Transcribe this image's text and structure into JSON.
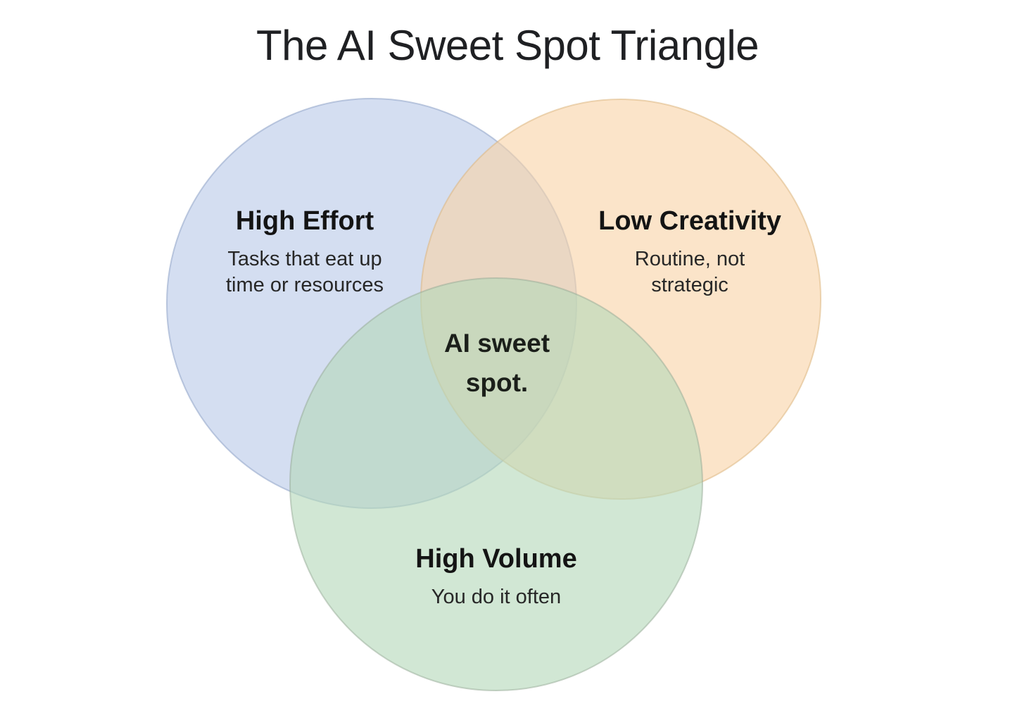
{
  "title": "The AI Sweet Spot Triangle",
  "venn": {
    "type": "venn-diagram",
    "sets": [
      {
        "id": "high-effort",
        "label": "High Effort",
        "desc_lines": [
          "Tasks that eat up",
          "time or resources"
        ],
        "color": "#b7c8e8",
        "stroke": "#8ea2c6"
      },
      {
        "id": "low-creativity",
        "label": "Low Creativity",
        "desc_lines": [
          "Routine, not",
          "strategic"
        ],
        "color": "#f8d2a5",
        "stroke": "#dcb67f"
      },
      {
        "id": "high-volume",
        "label": "High Volume",
        "desc_lines": [
          "You do it often"
        ],
        "color": "#b5d8ba",
        "stroke": "#95aa95"
      }
    ],
    "center_lines": [
      "AI sweet",
      "spot."
    ],
    "background": "#ffffff"
  }
}
